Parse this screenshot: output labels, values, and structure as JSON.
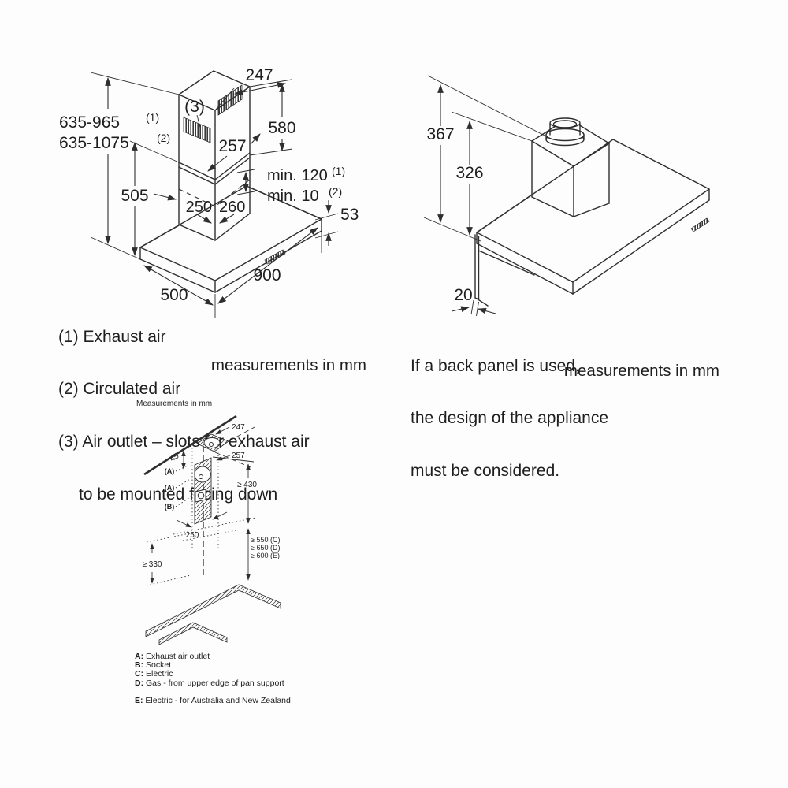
{
  "fig1": {
    "dims": {
      "d247": "247",
      "d580": "580",
      "h1": "635-965",
      "h1_sup": "(1)",
      "h2": "635-1075",
      "h2_sup": "(2)",
      "d257": "257",
      "d505": "505",
      "minA": "min. 120",
      "minA_sup": "(1)",
      "minB": "min. 10",
      "minB_sup": "(2)",
      "d250": "250",
      "d260": "260",
      "d53": "53",
      "d900": "900",
      "d500": "500",
      "callout3": "(3)"
    },
    "notes": [
      "(1) Exhaust air",
      "(2) Circulated air",
      "(3) Air outlet – slots for exhaust air",
      "to be mounted facing down"
    ],
    "units": "measurements in mm"
  },
  "fig2": {
    "dims": {
      "d367": "367",
      "d326": "326",
      "d20": "20"
    },
    "note_lines": [
      "If a back panel is used,",
      "the design of the appliance",
      "must be considered."
    ],
    "units": "measurements in mm"
  },
  "fig3": {
    "title": "Measurements in mm",
    "dims": {
      "d247": "247",
      "d257": "257",
      "d45": "45",
      "d430": "≥ 430",
      "d250": "250",
      "c550": "≥ 550 (C)",
      "c650": "≥ 650 (D)",
      "c600": "≥ 600 (E)",
      "d330": "≥ 330",
      "labA1": "(A)",
      "labA2": "(A)",
      "labB": "(B)"
    },
    "legend": [
      {
        "key": "A:",
        "text": "Exhaust air outlet"
      },
      {
        "key": "B:",
        "text": "Socket"
      },
      {
        "key": "C:",
        "text": "Electric"
      },
      {
        "key": "D:",
        "text": "Gas - from upper edge of pan support"
      },
      {
        "key": "E:",
        "text": "Electric - for Australia and New Zealand"
      }
    ]
  }
}
